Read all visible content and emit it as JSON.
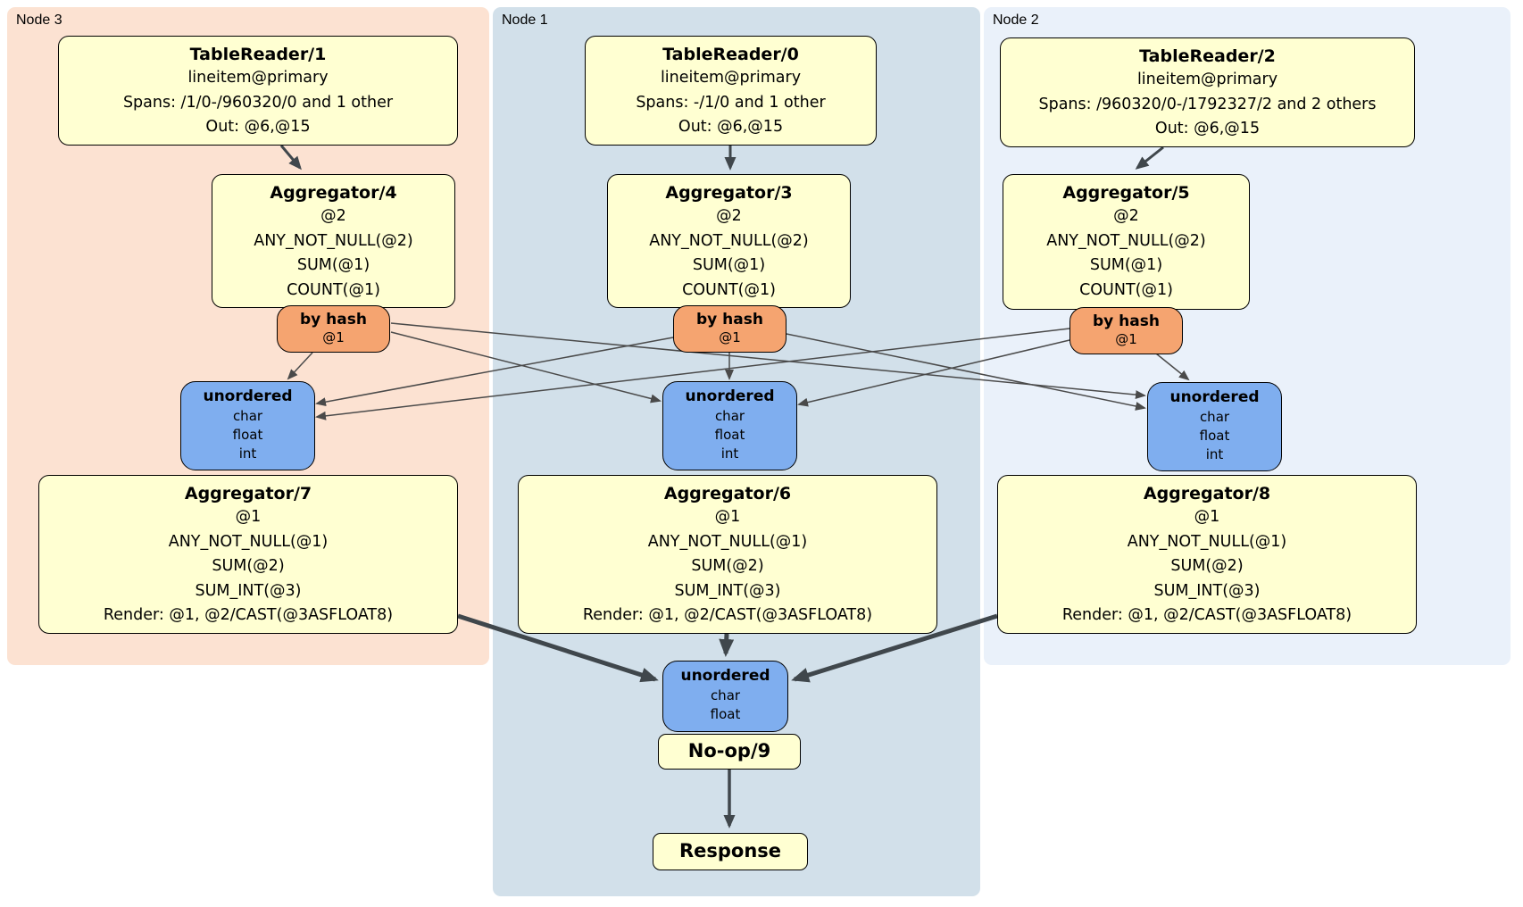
{
  "regions": {
    "node3": {
      "label": "Node 3"
    },
    "node1": {
      "label": "Node 1"
    },
    "node2": {
      "label": "Node 2"
    }
  },
  "boxes": {
    "tablereader1": {
      "title": "TableReader/1",
      "lines": [
        "lineitem@primary",
        "Spans: /1/0-/960320/0 and 1 other",
        "Out: @6,@15"
      ]
    },
    "tablereader0": {
      "title": "TableReader/0",
      "lines": [
        "lineitem@primary",
        "Spans: -/1/0 and 1 other",
        "Out: @6,@15"
      ]
    },
    "tablereader2": {
      "title": "TableReader/2",
      "lines": [
        "lineitem@primary",
        "Spans: /960320/0-/1792327/2 and 2 others",
        "Out: @6,@15"
      ]
    },
    "aggregator4": {
      "title": "Aggregator/4",
      "lines": [
        "@2",
        "ANY_NOT_NULL(@2)",
        "SUM(@1)",
        "COUNT(@1)"
      ]
    },
    "aggregator3": {
      "title": "Aggregator/3",
      "lines": [
        "@2",
        "ANY_NOT_NULL(@2)",
        "SUM(@1)",
        "COUNT(@1)"
      ]
    },
    "aggregator5": {
      "title": "Aggregator/5",
      "lines": [
        "@2",
        "ANY_NOT_NULL(@2)",
        "SUM(@1)",
        "COUNT(@1)"
      ]
    },
    "hash_router3": {
      "title": "by hash",
      "lines": [
        "@1"
      ]
    },
    "hash_router1": {
      "title": "by hash",
      "lines": [
        "@1"
      ]
    },
    "hash_router2": {
      "title": "by hash",
      "lines": [
        "@1"
      ]
    },
    "sync3": {
      "title": "unordered",
      "lines": [
        "char",
        "float",
        "int"
      ]
    },
    "sync1": {
      "title": "unordered",
      "lines": [
        "char",
        "float",
        "int"
      ]
    },
    "sync2": {
      "title": "unordered",
      "lines": [
        "char",
        "float",
        "int"
      ]
    },
    "aggregator7": {
      "title": "Aggregator/7",
      "lines": [
        "@1",
        "ANY_NOT_NULL(@1)",
        "SUM(@2)",
        "SUM_INT(@3)",
        "Render: @1, @2/CAST(@3ASFLOAT8)"
      ]
    },
    "aggregator6": {
      "title": "Aggregator/6",
      "lines": [
        "@1",
        "ANY_NOT_NULL(@1)",
        "SUM(@2)",
        "SUM_INT(@3)",
        "Render: @1, @2/CAST(@3ASFLOAT8)"
      ]
    },
    "aggregator8": {
      "title": "Aggregator/8",
      "lines": [
        "@1",
        "ANY_NOT_NULL(@1)",
        "SUM(@2)",
        "SUM_INT(@3)",
        "Render: @1, @2/CAST(@3ASFLOAT8)"
      ]
    },
    "sync_final": {
      "title": "unordered",
      "lines": [
        "char",
        "float"
      ]
    },
    "noop": {
      "title": "No-op/9"
    },
    "response": {
      "title": "Response"
    }
  },
  "colors": {
    "node3_bg": "#FCE2D2",
    "node1_bg": "#D2E0EA",
    "node2_bg": "#EAF1FA",
    "processor_bg": "#FFFFD2",
    "router_bg": "#F5A470",
    "sync_bg": "#7FAEEF",
    "edge_thin": "#4A4A4A",
    "edge_thick": "#40474C"
  }
}
